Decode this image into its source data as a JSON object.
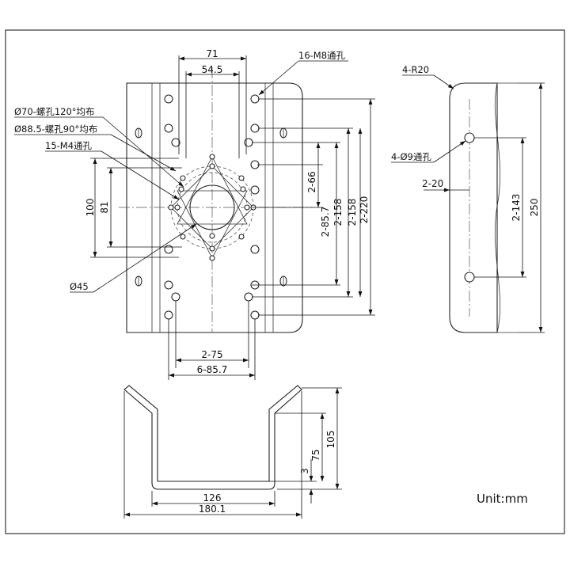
{
  "labels": {
    "d70": "Ø70-螺孔120°均布",
    "d88": "Ø88.5-螺孔90°均布",
    "m4": "15-M4通孔",
    "m8": "16-M8通孔",
    "d45": "Ø45",
    "r20": "4-R20",
    "d9": "4-Ø9通孔",
    "unit": "Unit:mm"
  },
  "front_view": {
    "dims": {
      "w71": "71",
      "w54": "54.5",
      "h100": "100",
      "h81": "81",
      "v66": "2-66",
      "v857": "2-85.7",
      "v158a": "2-158",
      "v158b": "2-158",
      "v220": "2-220",
      "b75": "2-75",
      "b857": "6-85.7"
    }
  },
  "side_view": {
    "dims": {
      "s20": "2-20",
      "s143": "2-143",
      "s250": "250"
    }
  },
  "bottom_view": {
    "dims": {
      "h105": "105",
      "h75": "75",
      "t3": "3",
      "w126": "126",
      "w180": "180.1"
    }
  }
}
